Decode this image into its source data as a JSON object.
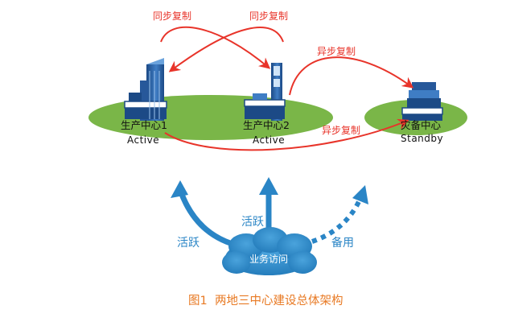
{
  "colors": {
    "replication": "#e8342a",
    "access": "#2a85c6",
    "ellipse": "#7ab648",
    "caption": "#e87a24"
  },
  "datacenters": [
    {
      "name": "生产中心1",
      "status": "Active"
    },
    {
      "name": "生产中心2",
      "status": "Active"
    },
    {
      "name": "灾备中心",
      "status": "Standby"
    }
  ],
  "replication": {
    "sync_left": "同步复制",
    "sync_right": "同步复制",
    "async_top": "异步复制",
    "async_bottom": "异步复制"
  },
  "access": {
    "cloud_label": "业务访问",
    "left_label": "活跃",
    "center_label": "活跃",
    "right_label": "备用"
  },
  "caption": "图1  两地三中心建设总体架构"
}
